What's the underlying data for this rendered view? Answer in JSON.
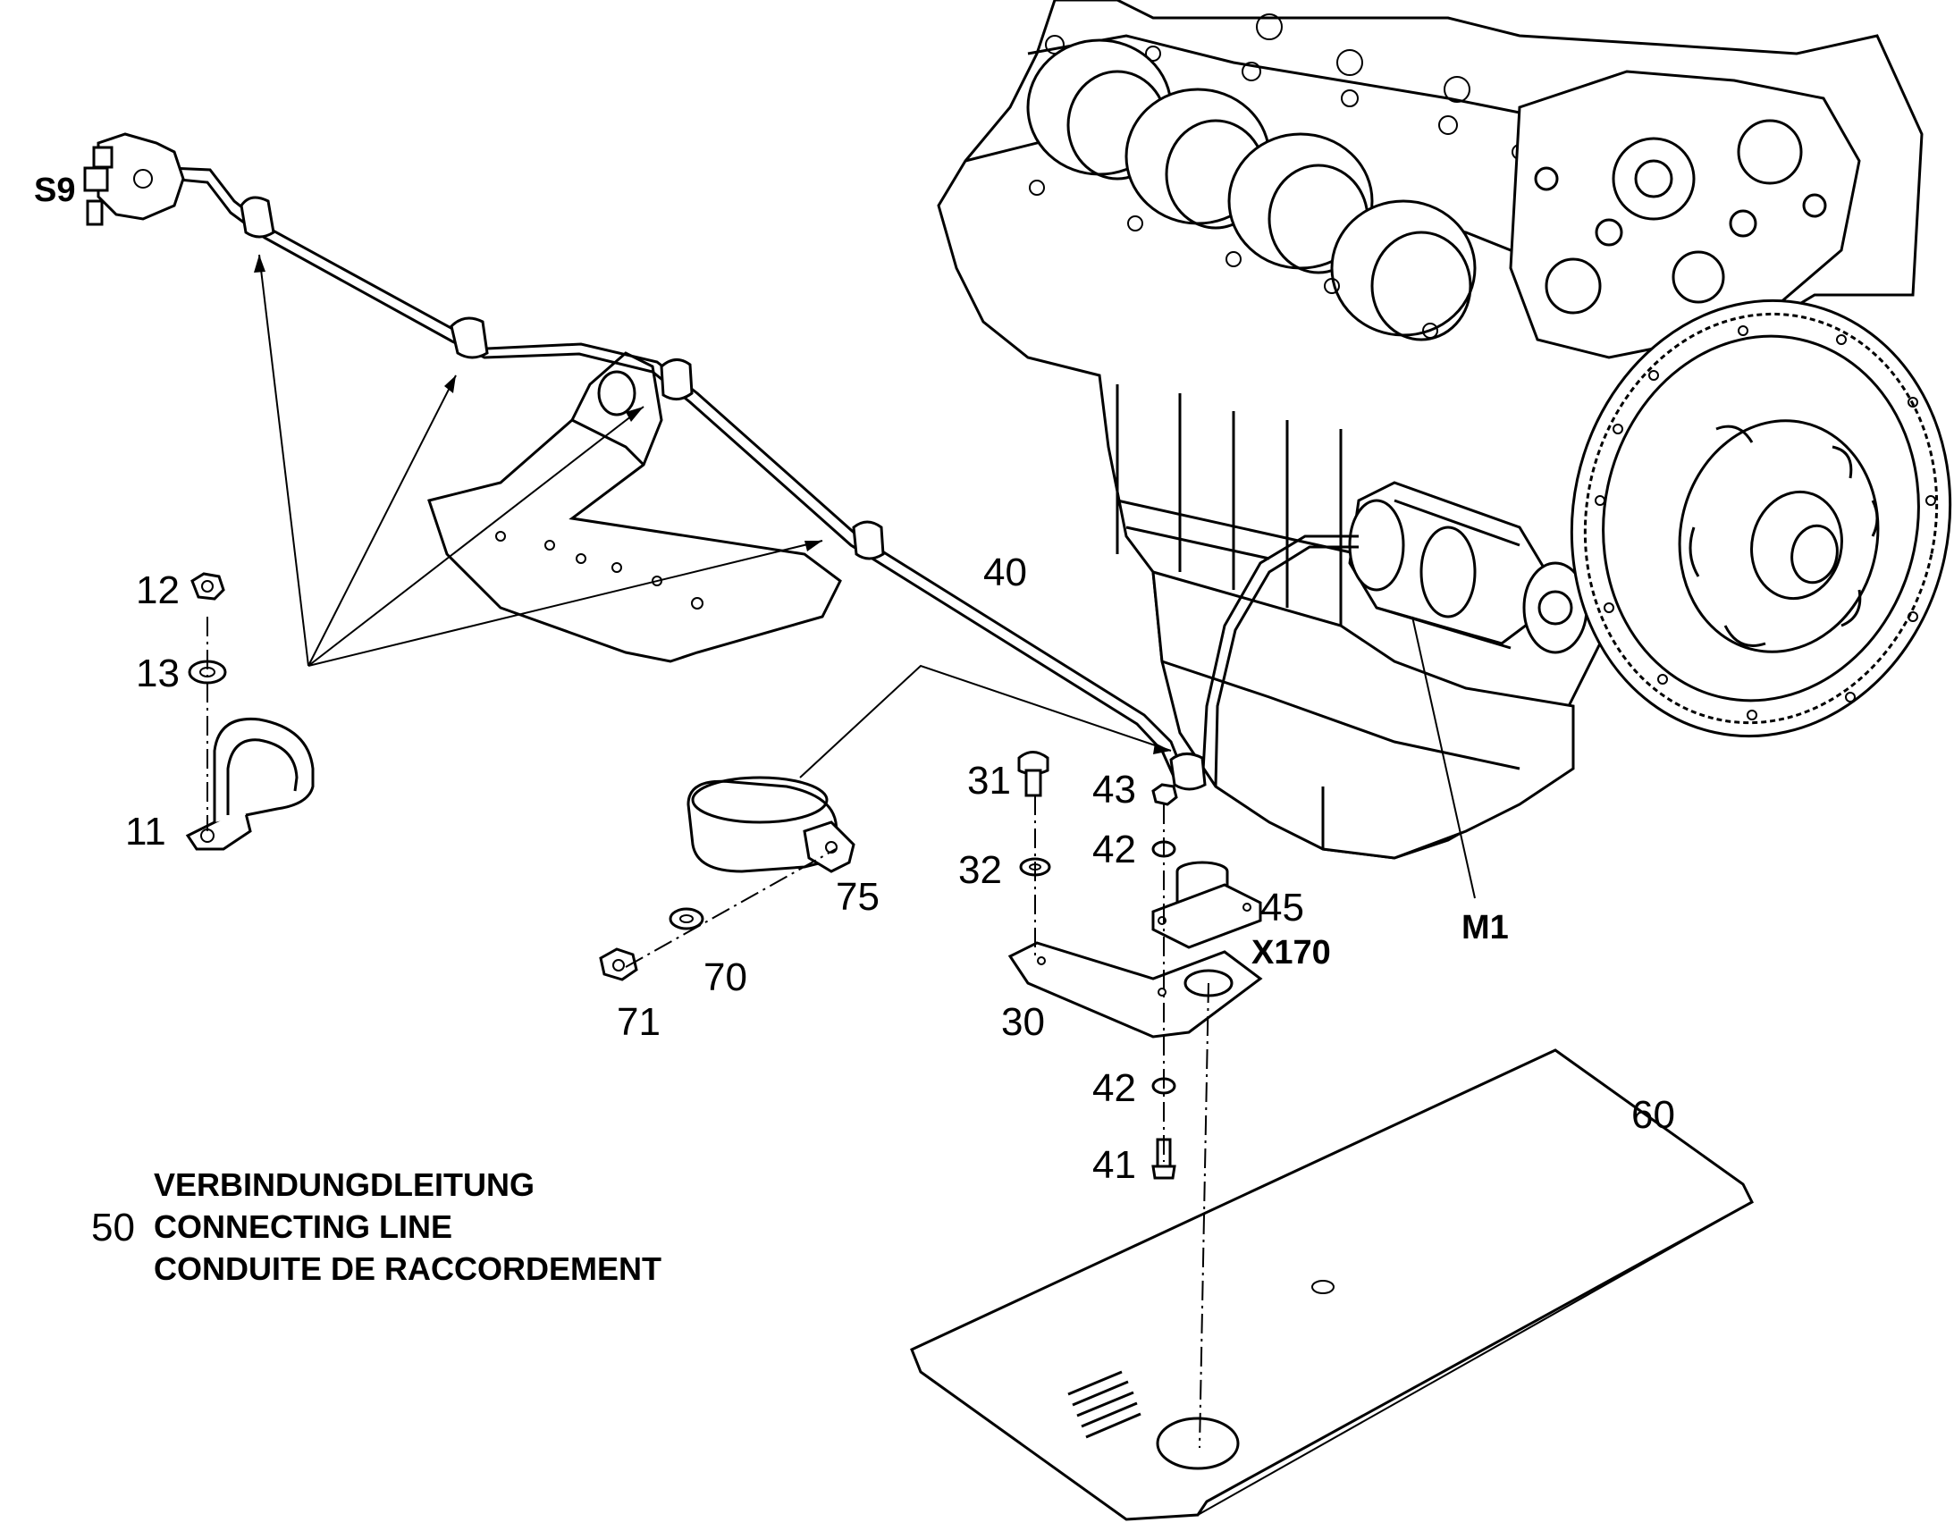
{
  "labels": {
    "s9": "S9",
    "n12": "12",
    "n13": "13",
    "n11": "11",
    "n40": "40",
    "n31": "31",
    "n43": "43",
    "n42a": "42",
    "n45": "45",
    "x170": "X170",
    "m1": "M1",
    "n32": "32",
    "n75": "75",
    "n70": "70",
    "n71": "71",
    "n30": "30",
    "n42b": "42",
    "n60": "60",
    "n41": "41"
  },
  "legend": {
    "number": "50",
    "line_de": "VERBINDUNGDLEITUNG",
    "line_en": "CONNECTING LINE",
    "line_fr": "CONDUITE DE RACCORDEMENT"
  }
}
